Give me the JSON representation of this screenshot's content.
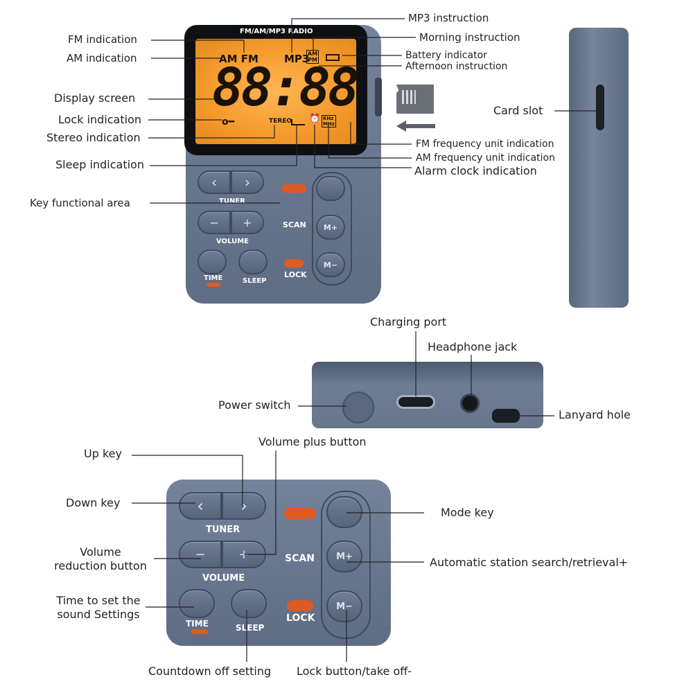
{
  "device": {
    "brand_strip": "FM/AM/MP3 RADIO",
    "lcd": {
      "am_fm": "AM FM",
      "mp3": "MP3",
      "am_pm_top": "AM",
      "am_pm_bottom": "PM",
      "digits": "88:88",
      "stereo": "TEREO",
      "khz": "KHz",
      "mhz": "MHz"
    },
    "keys": {
      "left_glyph": "‹",
      "right_glyph": "›",
      "minus_glyph": "−",
      "plus_glyph": "+",
      "tuner": "TUNER",
      "volume": "VOLUME",
      "scan": "SCAN",
      "lock": "LOCK",
      "time": "TIME",
      "sleep": "SLEEP",
      "mplus": "M+",
      "mminus": "M−"
    }
  },
  "labels": {
    "fm_indication": "FM indication",
    "am_indication": "AM indication",
    "display_screen": "Display screen",
    "lock_indication": "Lock indication",
    "stereo_indication": "Stereo indication",
    "sleep_indication": "Sleep indication",
    "key_functional_area": "Key functional area",
    "mp3_instruction": "MP3 instruction",
    "morning_instruction": "Morning instruction",
    "battery_indicator": "Battery indicator",
    "afternoon_instruction": "Afternoon instruction",
    "fm_frequency_unit": "FM frequency unit indication",
    "am_frequency_unit": "AM frequency unit indication",
    "alarm_clock": "Alarm clock indication",
    "card_slot": "Card slot",
    "charging_port": "Charging port",
    "headphone_jack": "Headphone jack",
    "power_switch": "Power switch",
    "lanyard_hole": "Lanyard hole",
    "volume_plus": "Volume plus button",
    "up_key": "Up key",
    "down_key": "Down key",
    "volume_reduction": "Volume\nreduction button",
    "time_setting": "Time to set the\nsound Settings",
    "countdown": "Countdown off setting",
    "lock_button": "Lock button/take off-",
    "mode_key": "Mode key",
    "auto_search": "Automatic station search/retrieval+"
  },
  "colors": {
    "body": "#67758d",
    "lcd_orange": "#f49a2c",
    "accent_orange": "#e05a24"
  }
}
